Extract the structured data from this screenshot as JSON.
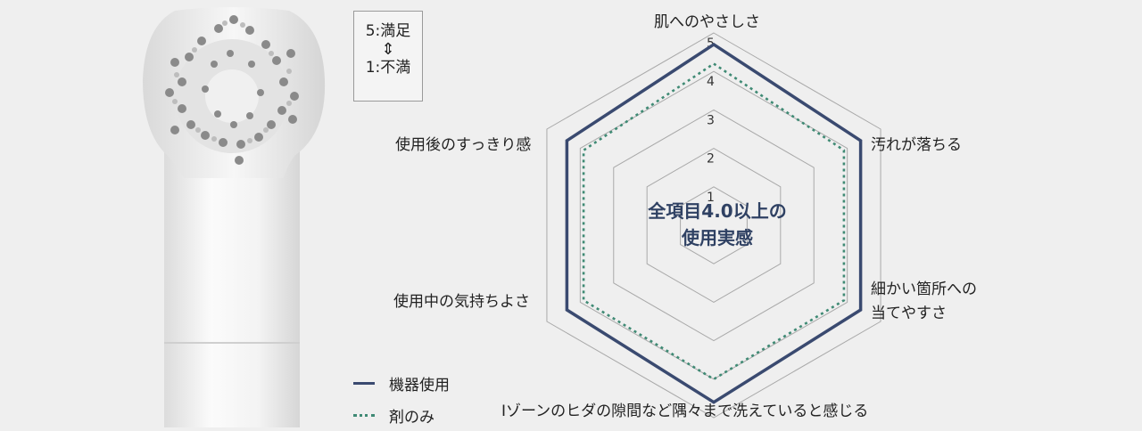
{
  "scale_note": {
    "top": "5:満足",
    "arrow": "⇕",
    "bottom": "1:不満"
  },
  "center_note": {
    "line1": "全項目4.0以上の",
    "line2": "使用実感"
  },
  "footnote": "Iゾーンのヒダの隙間など隅々まで洗えていると感じる",
  "colors": {
    "series_main": "#3a4a70",
    "series_compare": "#3f8a74",
    "grid": "#a9a9a9",
    "center_text": "#2f4163"
  },
  "icons": {
    "product": "cleansing-brush-head-icon"
  },
  "chart_data": {
    "type": "radar",
    "axes": [
      {
        "label": "肌へのやさしさ"
      },
      {
        "label": "汚れが落ちる"
      },
      {
        "label": "細かい箇所への当てやすさ",
        "lines": [
          "細かい箇所への",
          "当てやすさ"
        ]
      },
      {
        "label": "Iゾーンのヒダの隙間など隅々まで洗えていると感じる"
      },
      {
        "label": "使用中の気持ちよさ"
      },
      {
        "label": "使用後のすっきり感"
      }
    ],
    "r_ticks": [
      "1",
      "2",
      "3",
      "4",
      "5"
    ],
    "rlim": [
      0,
      5
    ],
    "series": [
      {
        "name": "機器使用",
        "style": "solid",
        "values": [
          4.7,
          4.4,
          4.4,
          4.6,
          4.4,
          4.4
        ]
      },
      {
        "name": "剤のみ",
        "style": "dotted",
        "values": [
          4.2,
          3.9,
          3.9,
          4.0,
          3.9,
          3.9
        ]
      }
    ],
    "legend_position": "bottom-left"
  }
}
